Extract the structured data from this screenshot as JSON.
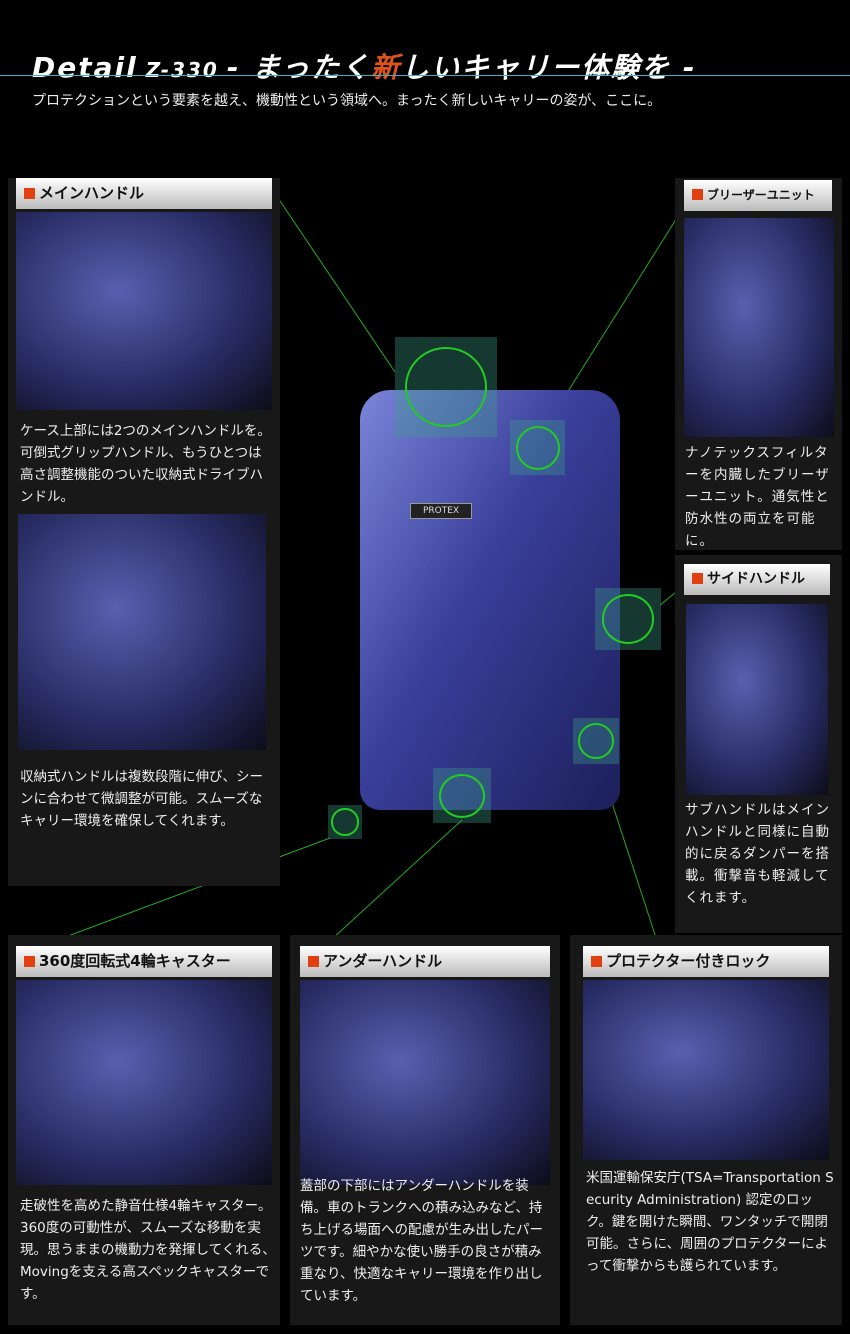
{
  "header": {
    "detail": "Detail",
    "model": "Z-330",
    "dash1": "-",
    "tag_pre": "まったく",
    "tag_hl": "新",
    "tag_post": "しいキャリー体験を",
    "dash2": "-",
    "lead": "プロテクションという要素を越え、機動性という領域へ。まったく新しいキャリーの姿が、ここに。"
  },
  "product": {
    "brand": "PROTEX"
  },
  "colors": {
    "accent": "#e0400f",
    "line": "#22cc22",
    "rule": "#3ab0c8"
  },
  "features": {
    "main_handle": {
      "title": "メインハンドル",
      "text1": "ケース上部には2つのメインハンドルを。可倒式グリップハンドル、もうひとつは高さ調整機能のついた収納式ドライブハンドル。",
      "text2": "収納式ハンドルは複数段階に伸び、シーンに合わせて微調整が可能。スムーズなキャリー環境を確保してくれます。"
    },
    "breather": {
      "title": "ブリーザーユニット",
      "text": "ナノテックスフィルターを内臓したブリーザーユニット。通気性と防水性の両立を可能に。"
    },
    "side_handle": {
      "title": "サイドハンドル",
      "text": "サブハンドルはメインハンドルと同様に自動的に戻るダンパーを搭載。衝撃音も軽減してくれます。"
    },
    "caster": {
      "title": "360度回転式4輪キャスター",
      "text": "走破性を高めた静音仕様4輪キャスター。360度の可動性が、スムーズな移動を実現。思うままの機動力を発揮してくれる、Movingを支える高スペックキャスターです。"
    },
    "under_handle": {
      "title": "アンダーハンドル",
      "text": "蓋部の下部にはアンダーハンドルを装備。車のトランクへの積み込みなど、持ち上げる場面への配慮が生み出したパーツです。細やかな使い勝手の良さが積み重なり、快適なキャリー環境を作り出しています。"
    },
    "lock": {
      "title": "プロテクター付きロック",
      "text": "米国運輸保安庁(TSA=Transportation Security Administration) 認定のロック。鍵を開けた瞬間、ワンタッチで開閉可能。さらに、周囲のプロテクターによって衝撃からも護られています。"
    }
  }
}
